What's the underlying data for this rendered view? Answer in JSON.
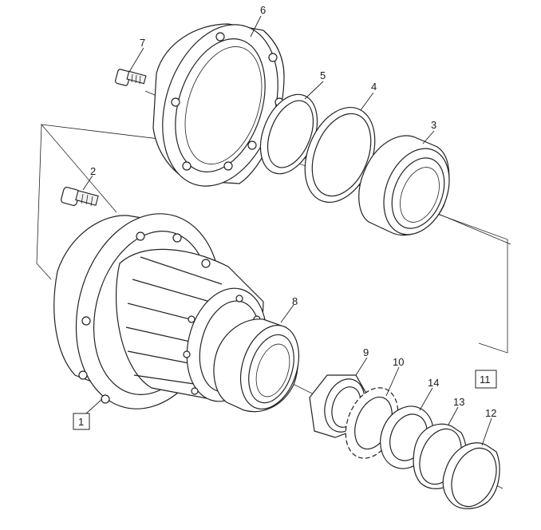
{
  "parts": [
    {
      "number": "6"
    },
    {
      "number": "7"
    },
    {
      "number": "5"
    },
    {
      "number": "4"
    },
    {
      "number": "3"
    },
    {
      "number": "2"
    },
    {
      "number": "8"
    },
    {
      "number": "9"
    },
    {
      "number": "10"
    },
    {
      "number": "14"
    },
    {
      "number": "13"
    },
    {
      "number": "12"
    }
  ],
  "boxed_labels": [
    {
      "number": "1"
    },
    {
      "number": "11"
    }
  ]
}
